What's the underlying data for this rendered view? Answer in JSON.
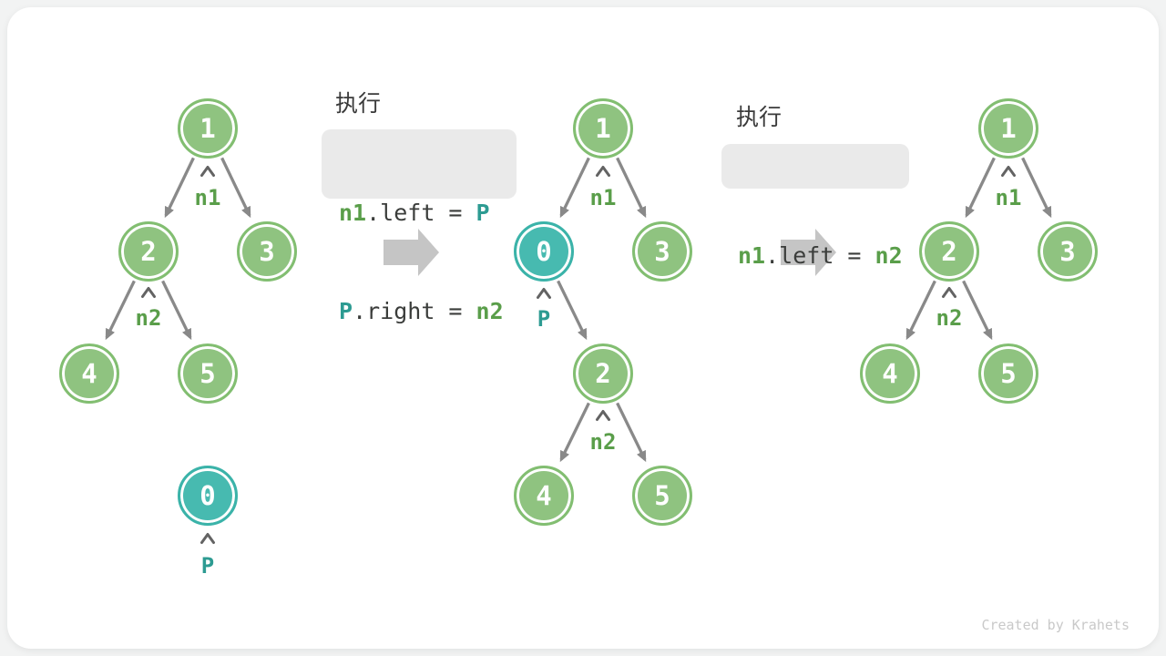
{
  "watermark": "Created by Krahets",
  "palette": {
    "node_green_fill": "#8fc380",
    "node_green_border": "#82be71",
    "node_teal_fill": "#47bab0",
    "node_teal_border": "#3bb3a9",
    "pointer_label_green": "#5a9e4a",
    "pointer_label_teal": "#2d9b92",
    "code_text": "#3b3d3b",
    "code_background": "#eaeaea",
    "edge_gray": "#898989",
    "big_arrow_gray": "#c5c5c5"
  },
  "steps": {
    "step1": {
      "title": "执行",
      "code": {
        "l1_a": "n1",
        "l1_b": ".left = ",
        "l1_c": "P",
        "l2_a": "P",
        "l2_b": ".right = ",
        "l2_c": "n2"
      }
    },
    "step2": {
      "title": "执行",
      "code": {
        "l1_a": "n1",
        "l1_b": ".left = ",
        "l1_c": "n2"
      }
    }
  },
  "trees": {
    "left": {
      "node1": "1",
      "node2": "2",
      "node3": "3",
      "node4": "4",
      "node5": "5",
      "node0": "0",
      "ptr_n1": "n1",
      "ptr_n2": "n2",
      "ptr_p": "P"
    },
    "middle": {
      "node1": "1",
      "node0": "0",
      "node3": "3",
      "node2": "2",
      "node4": "4",
      "node5": "5",
      "ptr_n1": "n1",
      "ptr_p": "P",
      "ptr_n2": "n2"
    },
    "right": {
      "node1": "1",
      "node2": "2",
      "node3": "3",
      "node4": "4",
      "node5": "5",
      "ptr_n1": "n1",
      "ptr_n2": "n2"
    }
  }
}
